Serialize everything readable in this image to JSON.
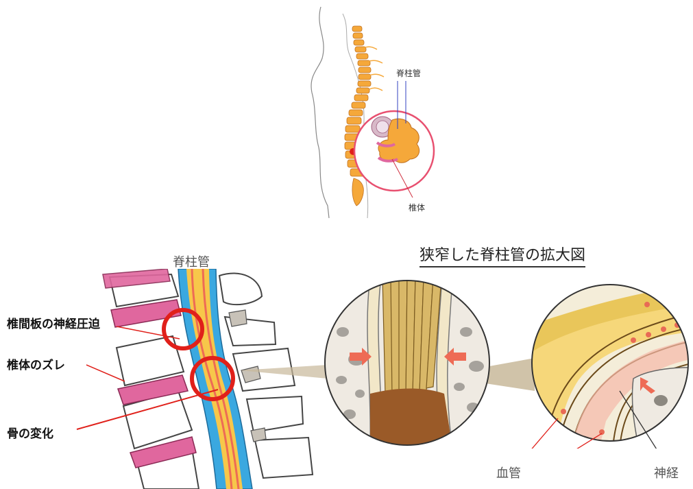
{
  "top_diagram": {
    "label_spinal_canal": "脊柱管",
    "label_vertebral_body": "椎体"
  },
  "bottom_diagram": {
    "label_spinal_canal": "脊柱管",
    "enlarged_title": "狭窄した脊柱管の拡大図",
    "label_disc_compression": "椎間板の神経圧迫",
    "label_vertebra_slip": "椎体のズレ",
    "label_bone_change": "骨の変化",
    "label_blood_vessel": "血管",
    "label_nerve": "神経"
  },
  "colors": {
    "bone": "#f5a83a",
    "disc": "#e0679e",
    "circle_outline": "#e85070",
    "highlight_red": "#e0201a",
    "canal_blue": "#3aa8e0",
    "nerve_yellow": "#f7c74a",
    "nerve_red": "#ee6b55"
  }
}
